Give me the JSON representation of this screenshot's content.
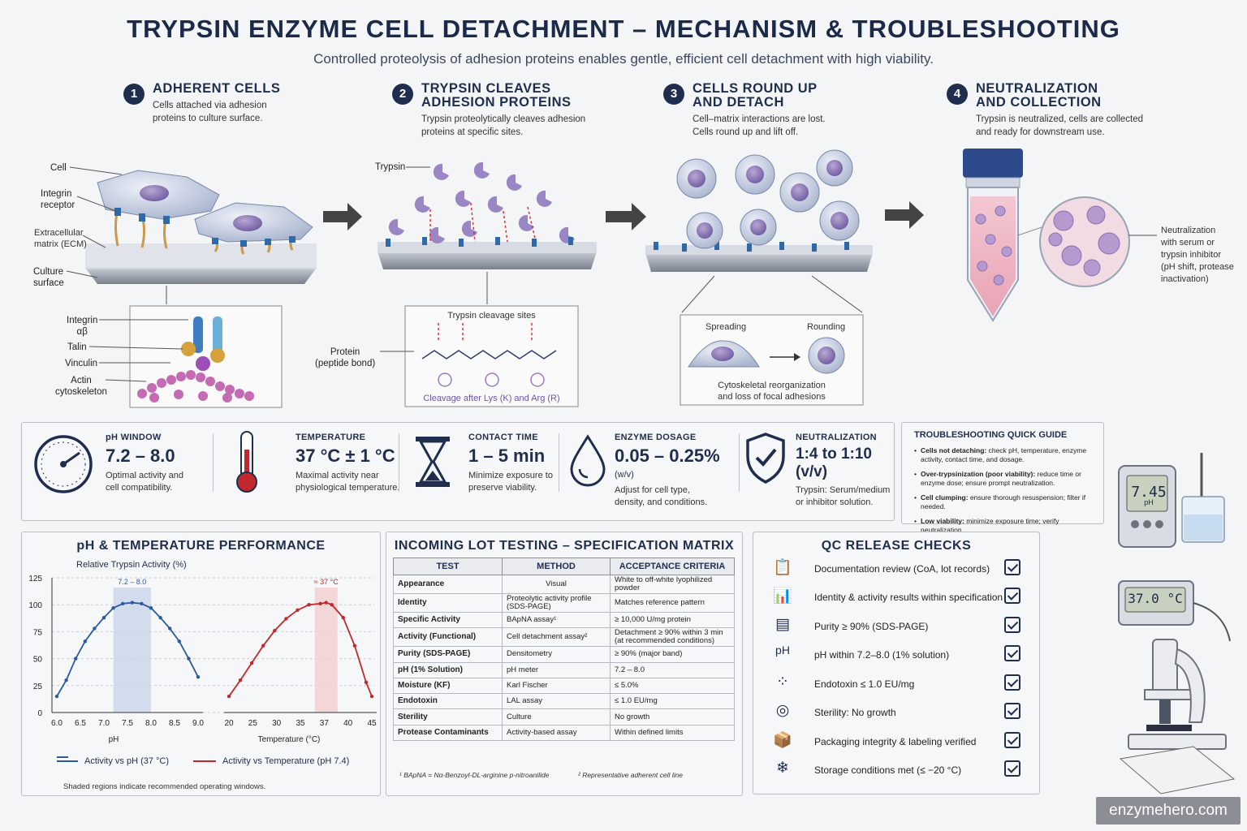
{
  "header": {
    "title": "TRYPSIN ENZYME CELL DETACHMENT – MECHANISM & TROUBLESHOOTING",
    "subtitle": "Controlled proteolysis of adhesion proteins enables gentle, efficient cell detachment with high viability."
  },
  "steps": [
    {
      "num": "1",
      "title_l1": "ADHERENT CELLS",
      "title_l2": "",
      "desc_l1": "Cells attached via adhesion",
      "desc_l2": "proteins to culture surface."
    },
    {
      "num": "2",
      "title_l1": "TRYPSIN CLEAVES",
      "title_l2": "ADHESION PROTEINS",
      "desc_l1": "Trypsin proteolytically cleaves adhesion",
      "desc_l2": "proteins at specific sites."
    },
    {
      "num": "3",
      "title_l1": "CELLS ROUND UP",
      "title_l2": "AND DETACH",
      "desc_l1": "Cell–matrix interactions are lost.",
      "desc_l2": "Cells round up and lift off."
    },
    {
      "num": "4",
      "title_l1": "NEUTRALIZATION",
      "title_l2": "AND COLLECTION",
      "desc_l1": "Trypsin is neutralized, cells are collected",
      "desc_l2": "and ready for downstream use."
    }
  ],
  "step1_labels": {
    "cell": "Cell",
    "integrin_receptor_l1": "Integrin",
    "integrin_receptor_l2": "receptor",
    "ecm_l1": "Extracellular",
    "ecm_l2": "matrix (ECM)",
    "culture_l1": "Culture",
    "culture_l2": "surface",
    "integrin_l1": "Integrin",
    "integrin_l2": "αβ",
    "talin": "Talin",
    "vinculin": "Vinculin",
    "actin_l1": "Actin",
    "actin_l2": "cytoskeleton"
  },
  "step2_labels": {
    "trypsin": "Trypsin",
    "protein_l1": "Protein",
    "protein_l2": "(peptide bond)",
    "cleavage_sites": "Trypsin cleavage sites",
    "cleavage_after": "Cleavage after Lys (K) and Arg (R)"
  },
  "step3_labels": {
    "spreading": "Spreading",
    "rounding": "Rounding",
    "note_l1": "Cytoskeletal reorganization",
    "note_l2": "and loss of focal adhesions"
  },
  "step4_labels": {
    "l1": "Neutralization",
    "l2": "with serum or",
    "l3": "trypsin inhibitor",
    "l4": "(pH shift, protease",
    "l5": "inactivation)"
  },
  "params": [
    {
      "label": "pH WINDOW",
      "value": "7.2 – 8.0",
      "unit": "",
      "desc_l1": "Optimal activity and",
      "desc_l2": "cell compatibility."
    },
    {
      "label": "TEMPERATURE",
      "value": "37 °C ± 1 °C",
      "unit": "",
      "desc_l1": "Maximal activity near",
      "desc_l2": "physiological temperature."
    },
    {
      "label": "CONTACT TIME",
      "value": "1 – 5 min",
      "unit": "",
      "desc_l1": "Minimize exposure to",
      "desc_l2": "preserve viability."
    },
    {
      "label": "ENZYME DOSAGE",
      "value": "0.05 – 0.25%",
      "unit": "(w/v)",
      "desc_l1": "Adjust for cell type,",
      "desc_l2": "density, and conditions."
    },
    {
      "label": "NEUTRALIZATION",
      "value": "1:4 to 1:10 (v/v)",
      "unit": "",
      "desc_l1": "Trypsin: Serum/medium",
      "desc_l2": "or inhibitor solution."
    }
  ],
  "troubleshooting": {
    "title": "TROUBLESHOOTING QUICK GUIDE",
    "items": [
      {
        "head": "Cells not detaching:",
        "text": " check pH, temperature, enzyme activity, contact time, and dosage."
      },
      {
        "head": "Over-trypsinization (poor viability):",
        "text": " reduce time or enzyme dose; ensure prompt neutralization."
      },
      {
        "head": "Cell clumping:",
        "text": " ensure thorough resuspension; filter if needed."
      },
      {
        "head": "Low viability:",
        "text": " minimize exposure time; verify neutralization."
      }
    ]
  },
  "devices": {
    "ph_meter": "7.45",
    "ph_unit": "pH",
    "thermometer": "37.0 °C"
  },
  "chart_data": {
    "type": "line",
    "title": "pH & TEMPERATURE PERFORMANCE",
    "ylabel": "Relative Trypsin Activity (%)",
    "ylim": [
      0,
      125
    ],
    "yticks": [
      0,
      25,
      50,
      75,
      100,
      125
    ],
    "footnote": "Shaded regions indicate recommended operating windows.",
    "panels": [
      {
        "xlabel": "pH",
        "xticks": [
          "6.0",
          "6.5",
          "7.0",
          "7.5",
          "8.0",
          "8.5",
          "9.0"
        ],
        "xlim": [
          6.0,
          9.0
        ],
        "shade": [
          7.2,
          8.0
        ],
        "shade_label": "7.2 – 8.0",
        "color": "#2c5aa0",
        "shade_color": "#c9d5ea",
        "series": {
          "name": "Activity vs pH (37 °C)",
          "x": [
            6.0,
            6.2,
            6.4,
            6.6,
            6.8,
            7.0,
            7.2,
            7.4,
            7.6,
            7.8,
            8.0,
            8.2,
            8.4,
            8.6,
            8.8,
            9.0
          ],
          "y": [
            15,
            30,
            50,
            66,
            78,
            88,
            97,
            101,
            102,
            101,
            97,
            88,
            78,
            66,
            50,
            33
          ]
        }
      },
      {
        "xlabel": "Temperature (°C)",
        "xticks": [
          "20",
          "25",
          "30",
          "35",
          "37",
          "40",
          "45"
        ],
        "xlim": [
          20,
          45
        ],
        "shade": [
          35,
          39
        ],
        "shade_label": "≈ 37 °C",
        "color": "#c0282d",
        "shade_color": "#f1cdd0",
        "series": {
          "name": "Activity vs Temperature (pH 7.4)",
          "x": [
            20,
            22,
            24,
            26,
            28,
            30,
            32,
            34,
            36,
            37,
            38,
            40,
            42,
            44,
            45
          ],
          "y": [
            15,
            30,
            46,
            62,
            76,
            87,
            95,
            100,
            101,
            102,
            100,
            88,
            62,
            28,
            15
          ]
        }
      }
    ]
  },
  "spec_matrix": {
    "title": "INCOMING LOT TESTING – SPECIFICATION MATRIX",
    "headers": [
      "TEST",
      "METHOD",
      "ACCEPTANCE CRITERIA"
    ],
    "rows": [
      [
        "Appearance",
        "Visual",
        "White to off-white lyophilized powder"
      ],
      [
        "Identity",
        "Proteolytic activity profile (SDS-PAGE)",
        "Matches reference pattern"
      ],
      [
        "Specific Activity",
        "BApNA assay¹",
        "≥ 10,000 U/mg protein"
      ],
      [
        "Activity (Functional)",
        "Cell detachment assay²",
        "Detachment ≥ 90% within 3 min (at recommended conditions)"
      ],
      [
        "Purity (SDS-PAGE)",
        "Densitometry",
        "≥ 90% (major band)"
      ],
      [
        "pH (1% Solution)",
        "pH meter",
        "7.2 – 8.0"
      ],
      [
        "Moisture (KF)",
        "Karl Fischer",
        "≤ 5.0%"
      ],
      [
        "Endotoxin",
        "LAL assay",
        "≤ 1.0 EU/mg"
      ],
      [
        "Sterility",
        "Culture",
        "No growth"
      ],
      [
        "Protease Contaminants",
        "Activity-based assay",
        "Within defined limits"
      ]
    ],
    "footnote1": "¹  BApNA = Nα-Benzoyl-DL-arginine p-nitroanilide",
    "footnote2": "²  Representative adherent cell line"
  },
  "qc": {
    "title": "QC RELEASE CHECKS",
    "items": [
      {
        "icon": "clipboard-icon",
        "glyph": "📋",
        "text": "Documentation review (CoA, lot records)"
      },
      {
        "icon": "bar-chart-icon",
        "glyph": "📊",
        "text": "Identity & activity results within specification"
      },
      {
        "icon": "gel-icon",
        "glyph": "▤",
        "text": "Purity ≥ 90% (SDS-PAGE)"
      },
      {
        "icon": "ph-icon",
        "glyph": "pH",
        "text": "pH within 7.2–8.0 (1% solution)"
      },
      {
        "icon": "dots-icon",
        "glyph": "⁘",
        "text": "Endotoxin ≤ 1.0 EU/mg"
      },
      {
        "icon": "petri-dish-icon",
        "glyph": "◎",
        "text": "Sterility: No growth"
      },
      {
        "icon": "package-icon",
        "glyph": "📦",
        "text": "Packaging integrity & labeling verified"
      },
      {
        "icon": "snowflake-icon",
        "glyph": "❄",
        "text": "Storage conditions met (≤ −20 °C)"
      }
    ]
  },
  "watermark": "enzymehero.com"
}
